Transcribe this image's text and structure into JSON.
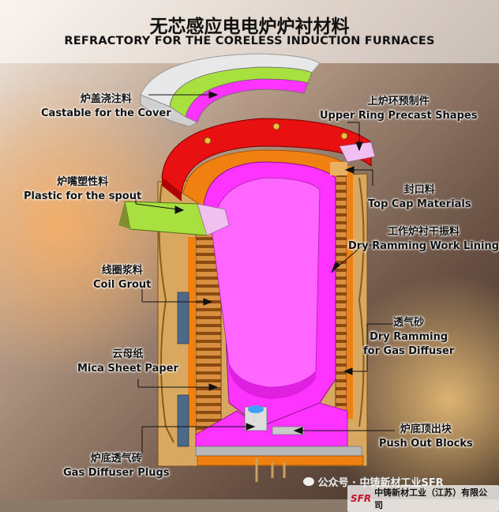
{
  "title_cn": "无芯感应电电炉炉衬材料",
  "title_en": "REFRACTORY  FOR THE CORELESS INDUCTION FURNACES",
  "labels": {
    "cover": {
      "cn": "炉盖浇注料",
      "en": "Castable for the Cover"
    },
    "upper_ring": {
      "cn": "上炉环预制件",
      "en": "Upper Ring Precast Shapes"
    },
    "spout": {
      "cn": "炉嘴塑性料",
      "en": "Plastic for the spout"
    },
    "top_cap": {
      "cn": "封口料",
      "en": "Top Cap Materials"
    },
    "work_lining": {
      "cn": "工作炉衬干振料",
      "en": "Dry Ramming Work Lining"
    },
    "coil_grout": {
      "cn": "线圈浆料",
      "en": "Coil Grout"
    },
    "gas_diffuser": {
      "cn": "透气砂",
      "en1": "Dry Ramming",
      "en2": "for Gas Diffuser"
    },
    "mica": {
      "cn": "云母纸",
      "en": "Mica Sheet Paper"
    },
    "push_out": {
      "cn": "炉底顶出块",
      "en": "Push Out Blocks"
    },
    "plugs": {
      "cn": "炉底透气砖",
      "en": "Gas Diffuser Plugs"
    }
  },
  "watermark": "公众号 · 中铸新材工业SFR",
  "footer": {
    "logo": "SFR",
    "company": "中铸新材工业（江苏）有限公司"
  },
  "colors": {
    "red_ring": "#e81010",
    "orange": "#f08010",
    "magenta": "#ff33ff",
    "shell": "#d8a860",
    "green": "#a8e040",
    "gray": "#b8b8b8"
  }
}
